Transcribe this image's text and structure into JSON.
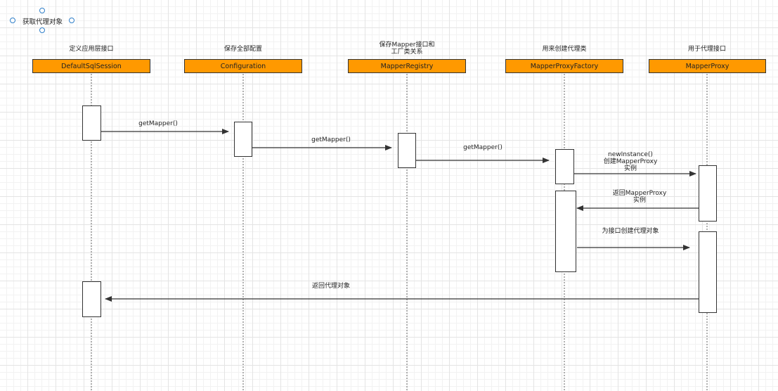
{
  "selection": {
    "label": "获取代理对象"
  },
  "participants": [
    {
      "id": "session",
      "caption": "定义应用层接口",
      "name": "DefaultSqlSession"
    },
    {
      "id": "configuration",
      "caption": "保存全部配置",
      "name": "Configuration"
    },
    {
      "id": "registry",
      "caption": "保存Mapper接口和\n工厂类关系",
      "name": "MapperRegistry"
    },
    {
      "id": "factory",
      "caption": "用来创建代理类",
      "name": "MapperProxyFactory"
    },
    {
      "id": "proxy",
      "caption": "用于代理接口",
      "name": "MapperProxy"
    }
  ],
  "messages": [
    {
      "id": "msg-1",
      "label": "getMapper()"
    },
    {
      "id": "msg-2",
      "label": "getMapper()"
    },
    {
      "id": "msg-3",
      "label": "getMapper()"
    },
    {
      "id": "msg-4",
      "label": "newInstance()\n创建MapperProxy\n实例"
    },
    {
      "id": "msg-5",
      "label": "返回MapperProxy\n实例"
    },
    {
      "id": "msg-6",
      "label": "为接口创建代理对象"
    },
    {
      "id": "msg-7",
      "label": "返回代理对象"
    }
  ],
  "colors": {
    "participant_fill": "#ff9900",
    "line": "#333333",
    "selection_handle": "#2f7fc9",
    "background": "#ffffff"
  }
}
